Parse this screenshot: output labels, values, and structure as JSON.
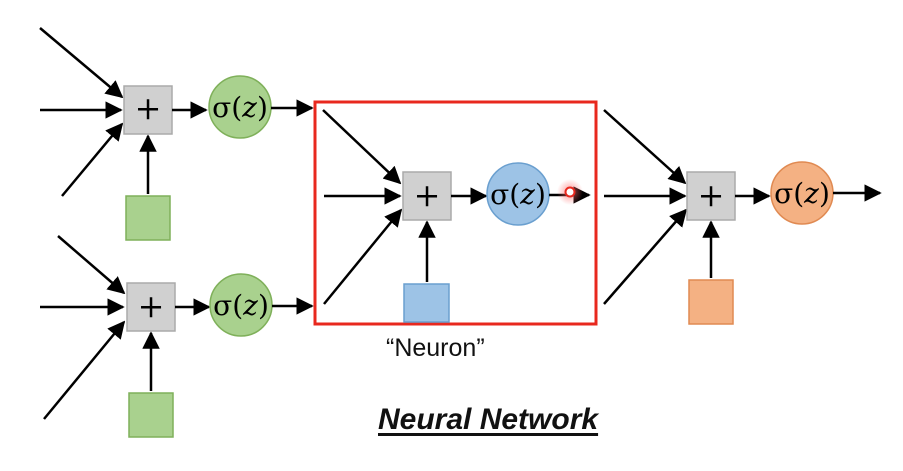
{
  "title": "Neural Network",
  "highlight_caption": "“Neuron”",
  "nodes": {
    "sum_symbol": "+",
    "activation": {
      "sigma": "σ",
      "open": "(",
      "var": "z",
      "close": ")"
    }
  },
  "colors": {
    "layer1_fill": "#a9d18e",
    "layer1_stroke": "#7fb05a",
    "neuron_fill": "#9dc3e6",
    "neuron_stroke": "#6a9fcf",
    "output_fill": "#f4b183",
    "output_stroke": "#e08a52",
    "sum_fill": "#d0d0d0",
    "sum_stroke": "#aaaaaa",
    "highlight_box": "#e8281e",
    "cursor": "#e8281e"
  }
}
